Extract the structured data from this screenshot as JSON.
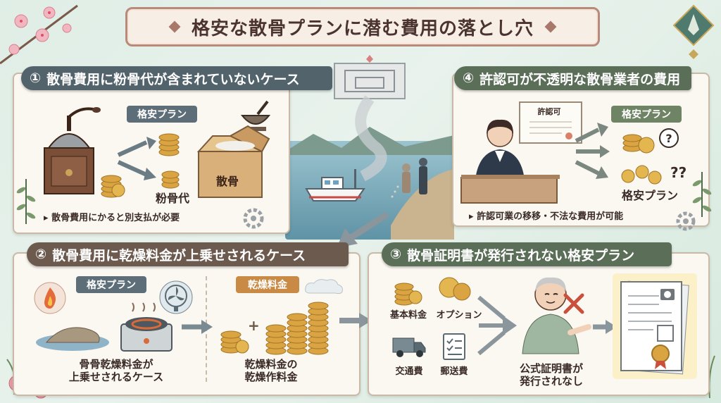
{
  "title": "格安な散骨プランに潜む費用の落とし穴",
  "sections": {
    "s1": {
      "number": "①",
      "heading": "散骨費用に粉骨代が含まれていないケース",
      "tag": "格安プラン",
      "box_label": "散骨",
      "cost_label": "粉骨代",
      "note": "散骨費用にかると別支払が必要"
    },
    "s2": {
      "number": "②",
      "heading": "散骨費用に乾燥料金が上乗せされるケース",
      "tag": "格安プラン",
      "tag2": "乾燥料金",
      "label_left_1": "骨骨乾燥料金が",
      "label_left_2": "上乗せされるケース",
      "label_right_1": "乾燥料金の",
      "label_right_2": "乾燥作料金"
    },
    "s3": {
      "number": "③",
      "heading": "散骨証明書が発行されない格安プラン",
      "items": [
        "基本料金",
        "オプション",
        "交通費",
        "郵送費"
      ],
      "result_1": "公式証明書が",
      "result_2": "発行されなし"
    },
    "s4": {
      "number": "④",
      "heading": "許認可が不透明な散骨業者の費用",
      "certificate": "許認可",
      "tag_top": "格安プラン",
      "label_bottom": "格安プラン",
      "note": "許認可業の移移・不法な費用が可能"
    }
  },
  "colors": {
    "ribbon_dark": "#52636b",
    "ribbon_green": "#5a6e58",
    "panel_bg": "#fbf7f1",
    "coin": "#d9a441",
    "title_border": "#b9897a"
  }
}
